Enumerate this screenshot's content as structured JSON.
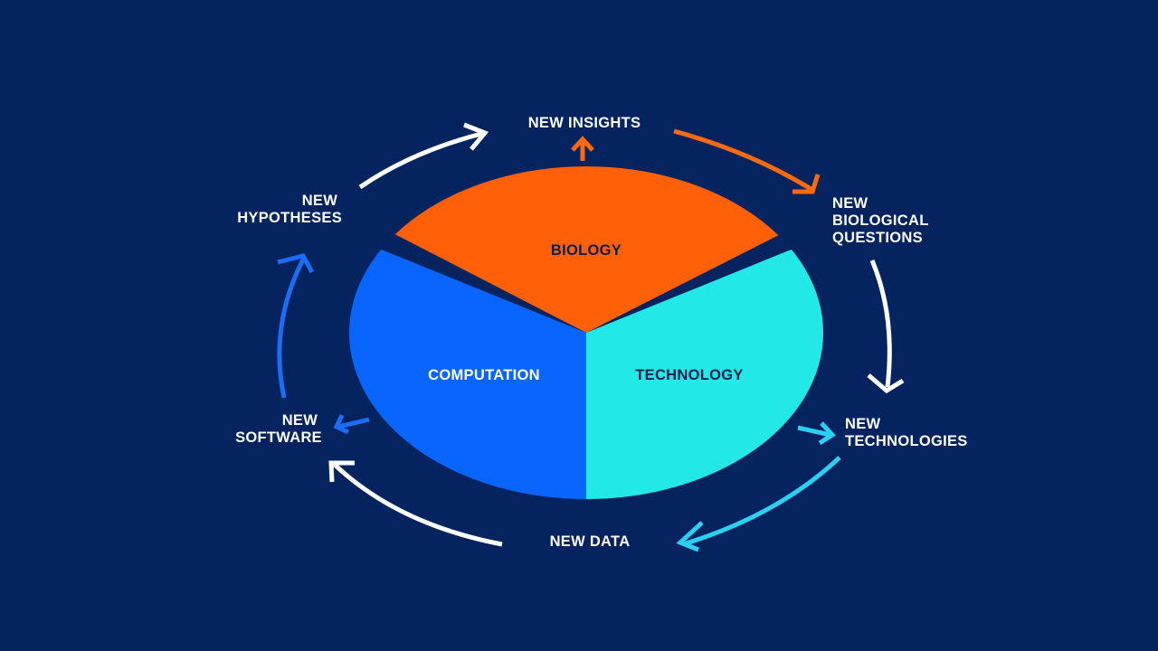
{
  "colors": {
    "background": "#04235f",
    "biology": "#ff6008",
    "computation": "#0866ff",
    "technology": "#22e8e8",
    "white": "#ffffff",
    "dark_text": "#0a1f4a",
    "cyan_arrow": "#2ad0f0",
    "blue_arrow": "#1a6ef5"
  },
  "segments": [
    {
      "id": "biology",
      "label": "BIOLOGY"
    },
    {
      "id": "computation",
      "label": "COMPUTATION"
    },
    {
      "id": "technology",
      "label": "TECHNOLOGY"
    }
  ],
  "cycle": {
    "new_insights": {
      "lines": [
        "NEW INSIGHTS"
      ]
    },
    "new_biological_questions": {
      "lines": [
        "NEW",
        "BIOLOGICAL",
        "QUESTIONS"
      ]
    },
    "new_technologies": {
      "lines": [
        "NEW",
        "TECHNOLOGIES"
      ]
    },
    "new_data": {
      "lines": [
        "NEW DATA"
      ]
    },
    "new_software": {
      "lines": [
        "NEW",
        "SOFTWARE"
      ]
    },
    "new_hypotheses": {
      "lines": [
        "NEW",
        "HYPOTHESES"
      ]
    }
  }
}
